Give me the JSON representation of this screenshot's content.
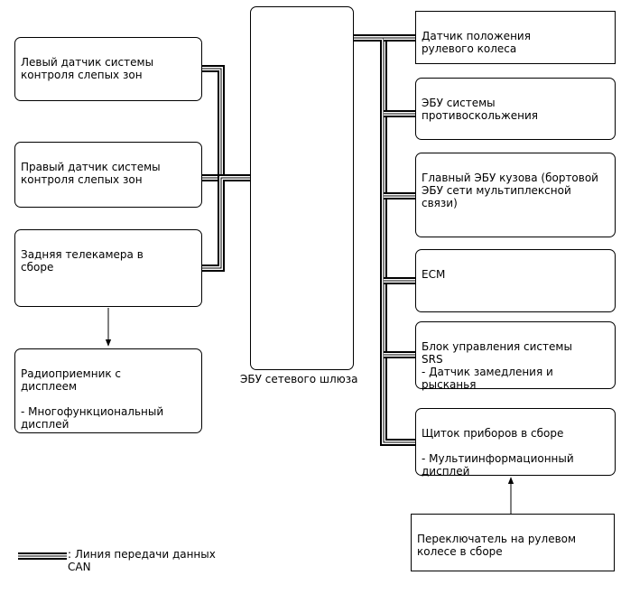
{
  "left_nodes": [
    "Левый датчик системы\nконтроля слепых зон",
    "Правый датчик системы\nконтроля слепых зон",
    "Задняя телекамера в\nсборе",
    "Радиоприемник с\nдисплеем\n\n- Многофункциональный\nдисплей"
  ],
  "gateway_label": "ЭБУ сетевого шлюза",
  "right_nodes": [
    "Датчик положения\nрулевого колеса",
    "ЭБУ системы\nпротивоскольжения",
    "Главный ЭБУ кузова (бортовой\nЭБУ сети мультиплексной\nсвязи)",
    "ECM",
    "Блок управления системы\nSRS\n- Датчик замедления и рысканья",
    "Щиток приборов в сборе\n\n - Мультиинформационный\nдисплей"
  ],
  "steering_switch": "Переключатель на рулевом\nколесе в сборе",
  "legend": ": Линия передачи данных\nCAN"
}
